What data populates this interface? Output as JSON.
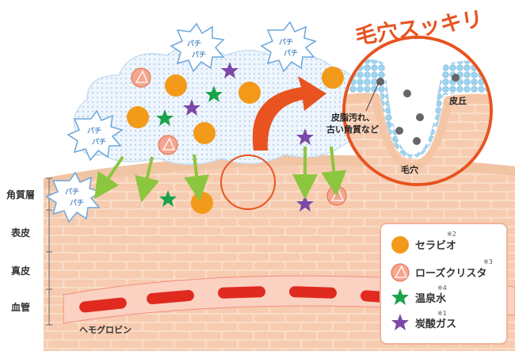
{
  "title": "毛穴スッキリ",
  "layers": {
    "kakushitsu": "角質層",
    "hyohi": "表皮",
    "shinpi": "真皮",
    "kekkan": "血管"
  },
  "hemoglobin": "ヘモグロビン",
  "pachi": "パチ",
  "zoom": {
    "dirt_line1": "皮脂汚れ、",
    "dirt_line2": "古い角質など",
    "hikyu": "皮丘",
    "keana": "毛穴"
  },
  "legend": {
    "items": [
      {
        "label": "セラビオ",
        "note": "※2",
        "icon": "orange-circle-icon"
      },
      {
        "label": "ローズクリスタ",
        "note": "※3",
        "icon": "rose-crystal-icon"
      },
      {
        "label": "温泉水",
        "note": "※4",
        "icon": "green-star-icon"
      },
      {
        "label": "炭酸ガス",
        "note": "※1",
        "icon": "purple-star-icon"
      }
    ]
  },
  "colors": {
    "orange": "#f39a1a",
    "accent": "#e8531f",
    "green": "#1aa34a",
    "purple": "#7b4aa8",
    "skin": "#f7d6bf",
    "vessel": "#e8312a",
    "foam": "#eaf3fb"
  }
}
